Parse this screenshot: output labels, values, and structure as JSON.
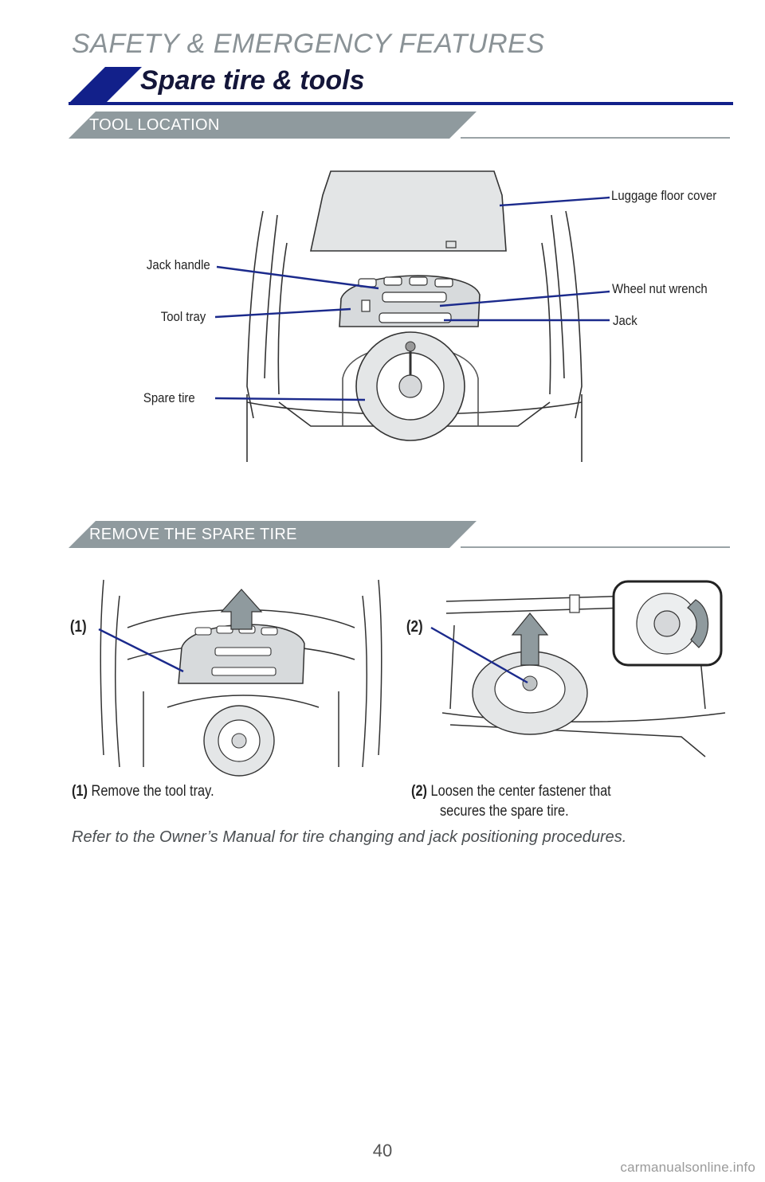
{
  "header": {
    "section_title": "SAFETY & EMERGENCY FEATURES",
    "subtitle": "Spare tire & tools"
  },
  "tool_location": {
    "heading": "TOOL LOCATION",
    "callouts": {
      "luggage_floor_cover": "Luggage floor cover",
      "jack_handle": "Jack handle",
      "wheel_nut_wrench": "Wheel nut wrench",
      "tool_tray": "Tool tray",
      "jack": "Jack",
      "spare_tire": "Spare tire"
    }
  },
  "remove_spare": {
    "heading": "REMOVE THE SPARE TIRE",
    "step1": {
      "marker": "(1)",
      "text": "Remove the tool tray."
    },
    "step2": {
      "marker": "(2)",
      "text_line1": "Loosen the center fastener that",
      "text_line2": "secures the spare tire."
    }
  },
  "note": "Refer to the Owner’s Manual for tire changing and jack positioning procedures.",
  "page_number": "40",
  "watermark": "carmanualsonline.info",
  "colors": {
    "navy": "#12208a",
    "band_gray": "#8f9a9e",
    "title_gray": "#8a9296",
    "callout_line": "#1b2a8c"
  }
}
